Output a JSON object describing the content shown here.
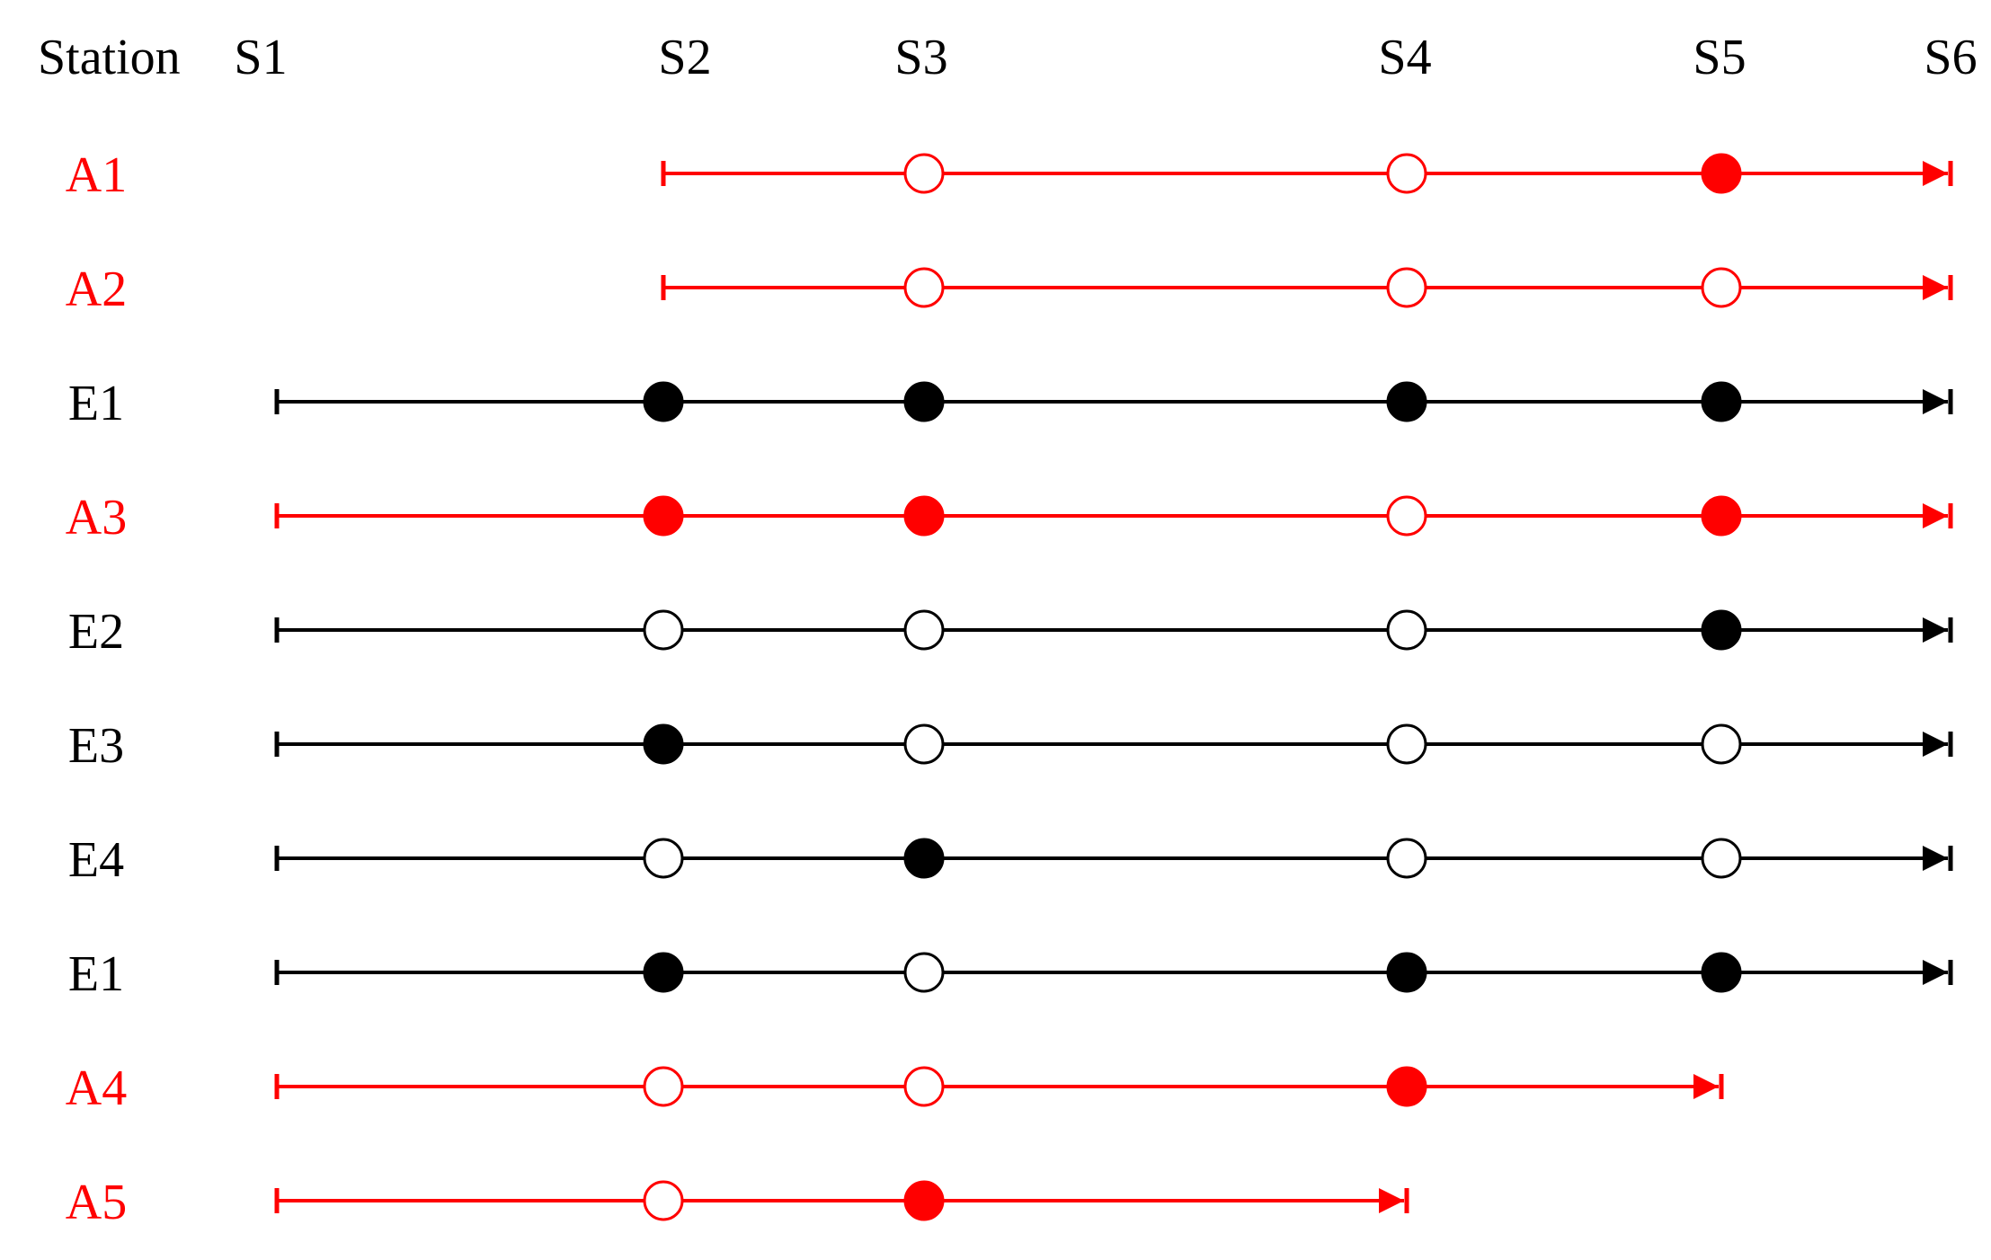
{
  "header_label": "Station",
  "stations": [
    "S1",
    "S2",
    "S3",
    "S4",
    "S5",
    "S6"
  ],
  "colors": {
    "red": "#ff0000",
    "black": "#000000"
  },
  "rows": [
    {
      "label": "A1",
      "color": "red",
      "start": "S2",
      "end": "S6",
      "stops": [
        {
          "station": "S3",
          "filled": false
        },
        {
          "station": "S4",
          "filled": false
        },
        {
          "station": "S5",
          "filled": true
        }
      ]
    },
    {
      "label": "A2",
      "color": "red",
      "start": "S2",
      "end": "S6",
      "stops": [
        {
          "station": "S3",
          "filled": false
        },
        {
          "station": "S4",
          "filled": false
        },
        {
          "station": "S5",
          "filled": false
        }
      ]
    },
    {
      "label": "E1",
      "color": "black",
      "start": "S1",
      "end": "S6",
      "stops": [
        {
          "station": "S2",
          "filled": true
        },
        {
          "station": "S3",
          "filled": true
        },
        {
          "station": "S4",
          "filled": true
        },
        {
          "station": "S5",
          "filled": true
        }
      ]
    },
    {
      "label": "A3",
      "color": "red",
      "start": "S1",
      "end": "S6",
      "stops": [
        {
          "station": "S2",
          "filled": true
        },
        {
          "station": "S3",
          "filled": true
        },
        {
          "station": "S4",
          "filled": false
        },
        {
          "station": "S5",
          "filled": true
        }
      ]
    },
    {
      "label": "E2",
      "color": "black",
      "start": "S1",
      "end": "S6",
      "stops": [
        {
          "station": "S2",
          "filled": false
        },
        {
          "station": "S3",
          "filled": false
        },
        {
          "station": "S4",
          "filled": false
        },
        {
          "station": "S5",
          "filled": true
        }
      ]
    },
    {
      "label": "E3",
      "color": "black",
      "start": "S1",
      "end": "S6",
      "stops": [
        {
          "station": "S2",
          "filled": true
        },
        {
          "station": "S3",
          "filled": false
        },
        {
          "station": "S4",
          "filled": false
        },
        {
          "station": "S5",
          "filled": false
        }
      ]
    },
    {
      "label": "E4",
      "color": "black",
      "start": "S1",
      "end": "S6",
      "stops": [
        {
          "station": "S2",
          "filled": false
        },
        {
          "station": "S3",
          "filled": true
        },
        {
          "station": "S4",
          "filled": false
        },
        {
          "station": "S5",
          "filled": false
        }
      ]
    },
    {
      "label": "E1",
      "color": "black",
      "start": "S1",
      "end": "S6",
      "stops": [
        {
          "station": "S2",
          "filled": true
        },
        {
          "station": "S3",
          "filled": false
        },
        {
          "station": "S4",
          "filled": true
        },
        {
          "station": "S5",
          "filled": true
        }
      ]
    },
    {
      "label": "A4",
      "color": "red",
      "start": "S1",
      "end": "S5",
      "stops": [
        {
          "station": "S2",
          "filled": false
        },
        {
          "station": "S3",
          "filled": false
        },
        {
          "station": "S4",
          "filled": true
        }
      ]
    },
    {
      "label": "A5",
      "color": "red",
      "start": "S1",
      "end": "S4",
      "stops": [
        {
          "station": "S2",
          "filled": false
        },
        {
          "station": "S3",
          "filled": true
        }
      ]
    }
  ]
}
